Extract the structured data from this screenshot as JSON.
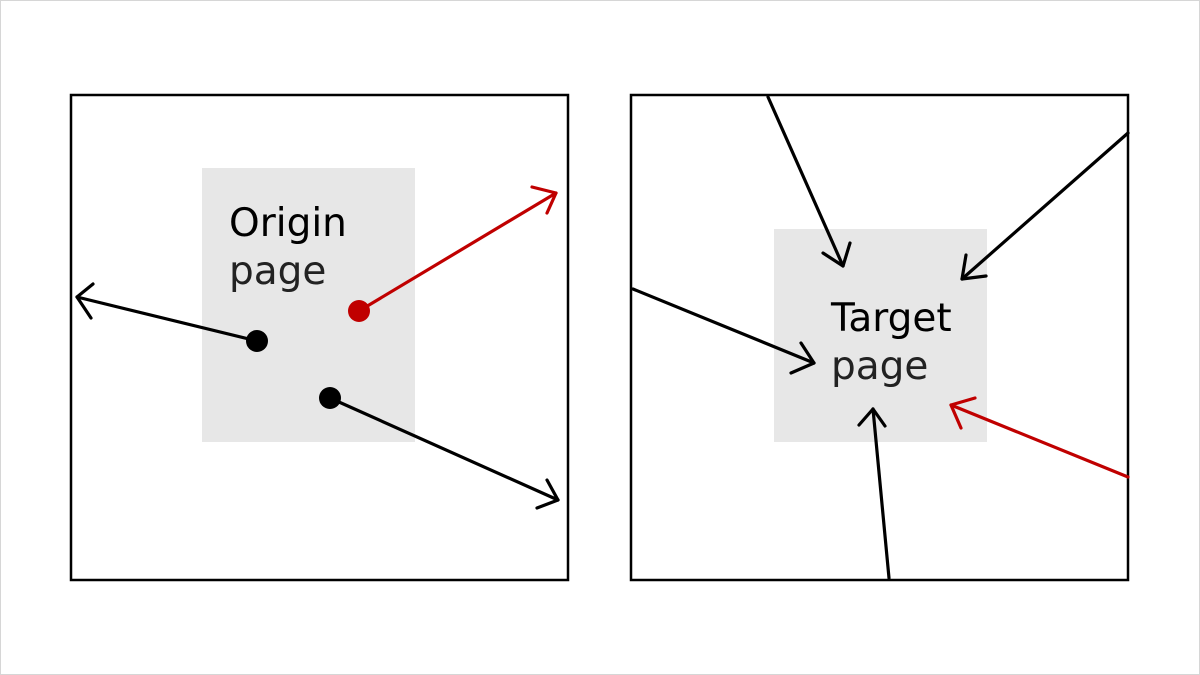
{
  "origin_panel": {
    "title": "Origin",
    "subtitle": "page"
  },
  "target_panel": {
    "title": "Target",
    "subtitle": "page"
  },
  "colors": {
    "highlight": "#c00000",
    "default": "#000000",
    "page_fill": "#e7e7e7"
  }
}
